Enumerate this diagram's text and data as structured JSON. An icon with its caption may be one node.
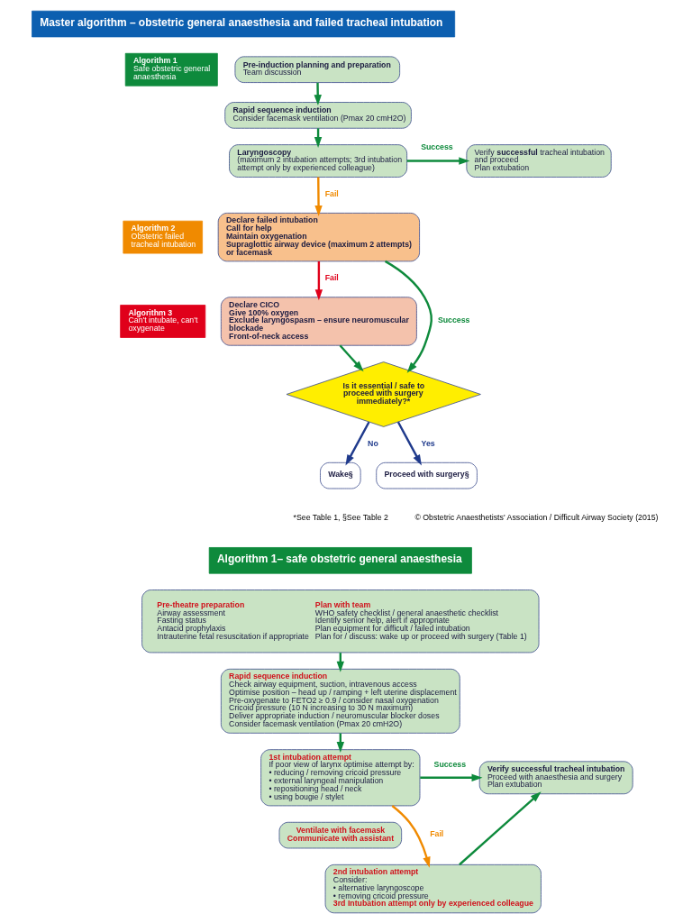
{
  "diagram": {
    "nodes": [
      {
        "text": [
          "Master algorithm – obstetric general anaesthesia and failed tracheal intubation"
        ]
      },
      {
        "text": [
          "Algorithm 1",
          "Safe obstetric general anaesthesia"
        ]
      },
      {
        "text": [
          "Pre-induction planning and preparation",
          "Team discussion"
        ]
      },
      {
        "text": [
          "Rapid sequence induction",
          "Consider facemask ventilation (Pmax 20 cmH2O)"
        ]
      },
      {
        "text": [
          "Laryngoscopy",
          "(maximum 2 intubation attempts; 3rd intubation attempt only by experienced colleague)"
        ]
      },
      {
        "text": [
          "Verify **successful** tracheal intubation and proceed",
          "Plan extubation"
        ]
      },
      {
        "text": [
          "Algorithm 2",
          "Obstetric failed tracheal intubation"
        ]
      },
      {
        "text": [
          "Declare failed intubation",
          "Call for help",
          "Maintain oxygenation",
          "Supraglottic airway device (maximum 2 attempts) or facemask"
        ]
      },
      {
        "text": [
          "Algorithm 3",
          "Can't intubate, can't oxygenate"
        ]
      },
      {
        "text": [
          "Declare CICO",
          "Give 100% oxygen",
          "Exclude laryngospasm – ensure neuromuscular blockade",
          "Front-of-neck access"
        ]
      },
      {
        "text": [
          "Is it essential / safe to proceed with surgery immediately?*"
        ]
      },
      {
        "text": [
          "Wake§"
        ]
      },
      {
        "text": [
          "Proceed with surgery§"
        ]
      },
      {
        "text": [
          "Algorithm 1– safe obstetric general anaesthesia"
        ]
      },
      {
        "text": [
          "Pre-theatre preparation",
          "Airway assessment",
          "Fasting status",
          "Antacid prophylaxis",
          "Intrauterine fetal resuscitation if appropriate",
          "Plan with team",
          "WHO safety checklist / general anaesthetic checklist",
          "Identify senior help, alert if appropriate",
          "Plan equipment for difficult / failed intubation",
          "Plan for / discuss: wake up or proceed with surgery (Table 1)"
        ]
      },
      {
        "text": [
          "Rapid sequence induction",
          "Check airway equipment, suction, intravenous access",
          "Optimise position – head up / ramping + left uterine displacement",
          "Pre-oxygenate to FETO2 ≥ 0.9 / consider nasal oxygenation",
          "Cricoid pressure (10 N increasing to 30 N maximum)",
          "Deliver appropriate induction / neuromuscular blocker doses",
          "Consider facemask ventilation (Pmax 20 cmH2O)"
        ]
      },
      {
        "text": [
          "1st intubation attempt",
          "If poor view of larynx optimise attempt by:",
          "• reducing / removing cricoid pressure",
          "• external laryngeal manipulation",
          "• repositioning head / neck",
          "• using bougie / stylet"
        ]
      },
      {
        "text": [
          "Ventilate with facemask",
          "Communicate with assistant"
        ]
      },
      {
        "text": [
          "2nd intubation attempt",
          "Consider:",
          "• alternative laryngoscope",
          "• removing cricoid pressure",
          "3rd Intubation attempt only by experienced colleague"
        ]
      },
      {
        "text": [
          "Verify successful tracheal intubation",
          "Proceed with anaesthesia and surgery",
          "Plan extubation"
        ]
      }
    ],
    "edges": [
      {
        "from": 2,
        "to": 3,
        "arrow": "to"
      },
      {
        "from": 3,
        "to": 4,
        "arrow": "to"
      },
      {
        "from": 4,
        "to": 5,
        "arrow": "to",
        "label": "Success"
      },
      {
        "from": 4,
        "to": 7,
        "arrow": "to",
        "label": "Fail",
        "color": "#f08a00"
      },
      {
        "from": 7,
        "to": 9,
        "arrow": "to",
        "label": "Fail",
        "color": "#e0001a"
      },
      {
        "from": 7,
        "to": 10,
        "arrow": "to",
        "label": "Success"
      },
      {
        "from": 9,
        "to": 10,
        "arrow": "to"
      },
      {
        "from": 10,
        "to": 11,
        "arrow": "to",
        "label": "No",
        "color": "#1f3a8c"
      },
      {
        "from": 10,
        "to": 12,
        "arrow": "to",
        "label": "Yes",
        "color": "#1f3a8c"
      },
      {
        "from": 14,
        "to": 15,
        "arrow": "to"
      },
      {
        "from": 15,
        "to": 16,
        "arrow": "to"
      },
      {
        "from": 16,
        "to": 18,
        "arrow": "to",
        "label": "Fail",
        "color": "#f08a00"
      },
      {
        "from": 16,
        "to": 19,
        "arrow": "to",
        "label": "Success"
      },
      {
        "from": 18,
        "to": 19,
        "arrow": "to"
      }
    ],
    "labels": [
      "*See Table 1, §See Table 2",
      "© Obstetric Anaesthetists' Association / Difficult Airway Society (2015)"
    ]
  }
}
